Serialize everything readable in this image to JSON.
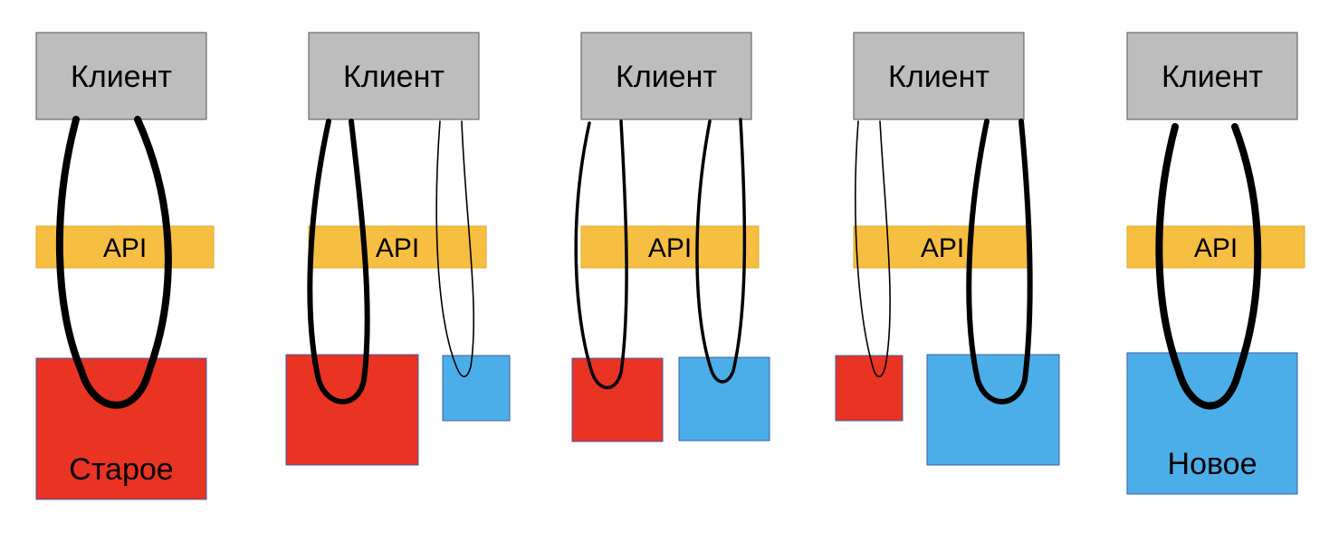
{
  "labels": {
    "client": "Клиент",
    "api": "API",
    "old": "Старое",
    "new": "Новое"
  },
  "colors": {
    "client_box": "#bdbdbd",
    "api_bar": "#f6bf41",
    "old_service": "#e93323",
    "new_service": "#4baee8",
    "border": "#3b5ea8",
    "loop": "#000000"
  },
  "stages": [
    {
      "id": 1,
      "old_label_visible": true,
      "new_label_visible": false
    },
    {
      "id": 2,
      "old_label_visible": false,
      "new_label_visible": false
    },
    {
      "id": 3,
      "old_label_visible": false,
      "new_label_visible": false
    },
    {
      "id": 4,
      "old_label_visible": false,
      "new_label_visible": false
    },
    {
      "id": 5,
      "old_label_visible": false,
      "new_label_visible": true
    }
  ]
}
